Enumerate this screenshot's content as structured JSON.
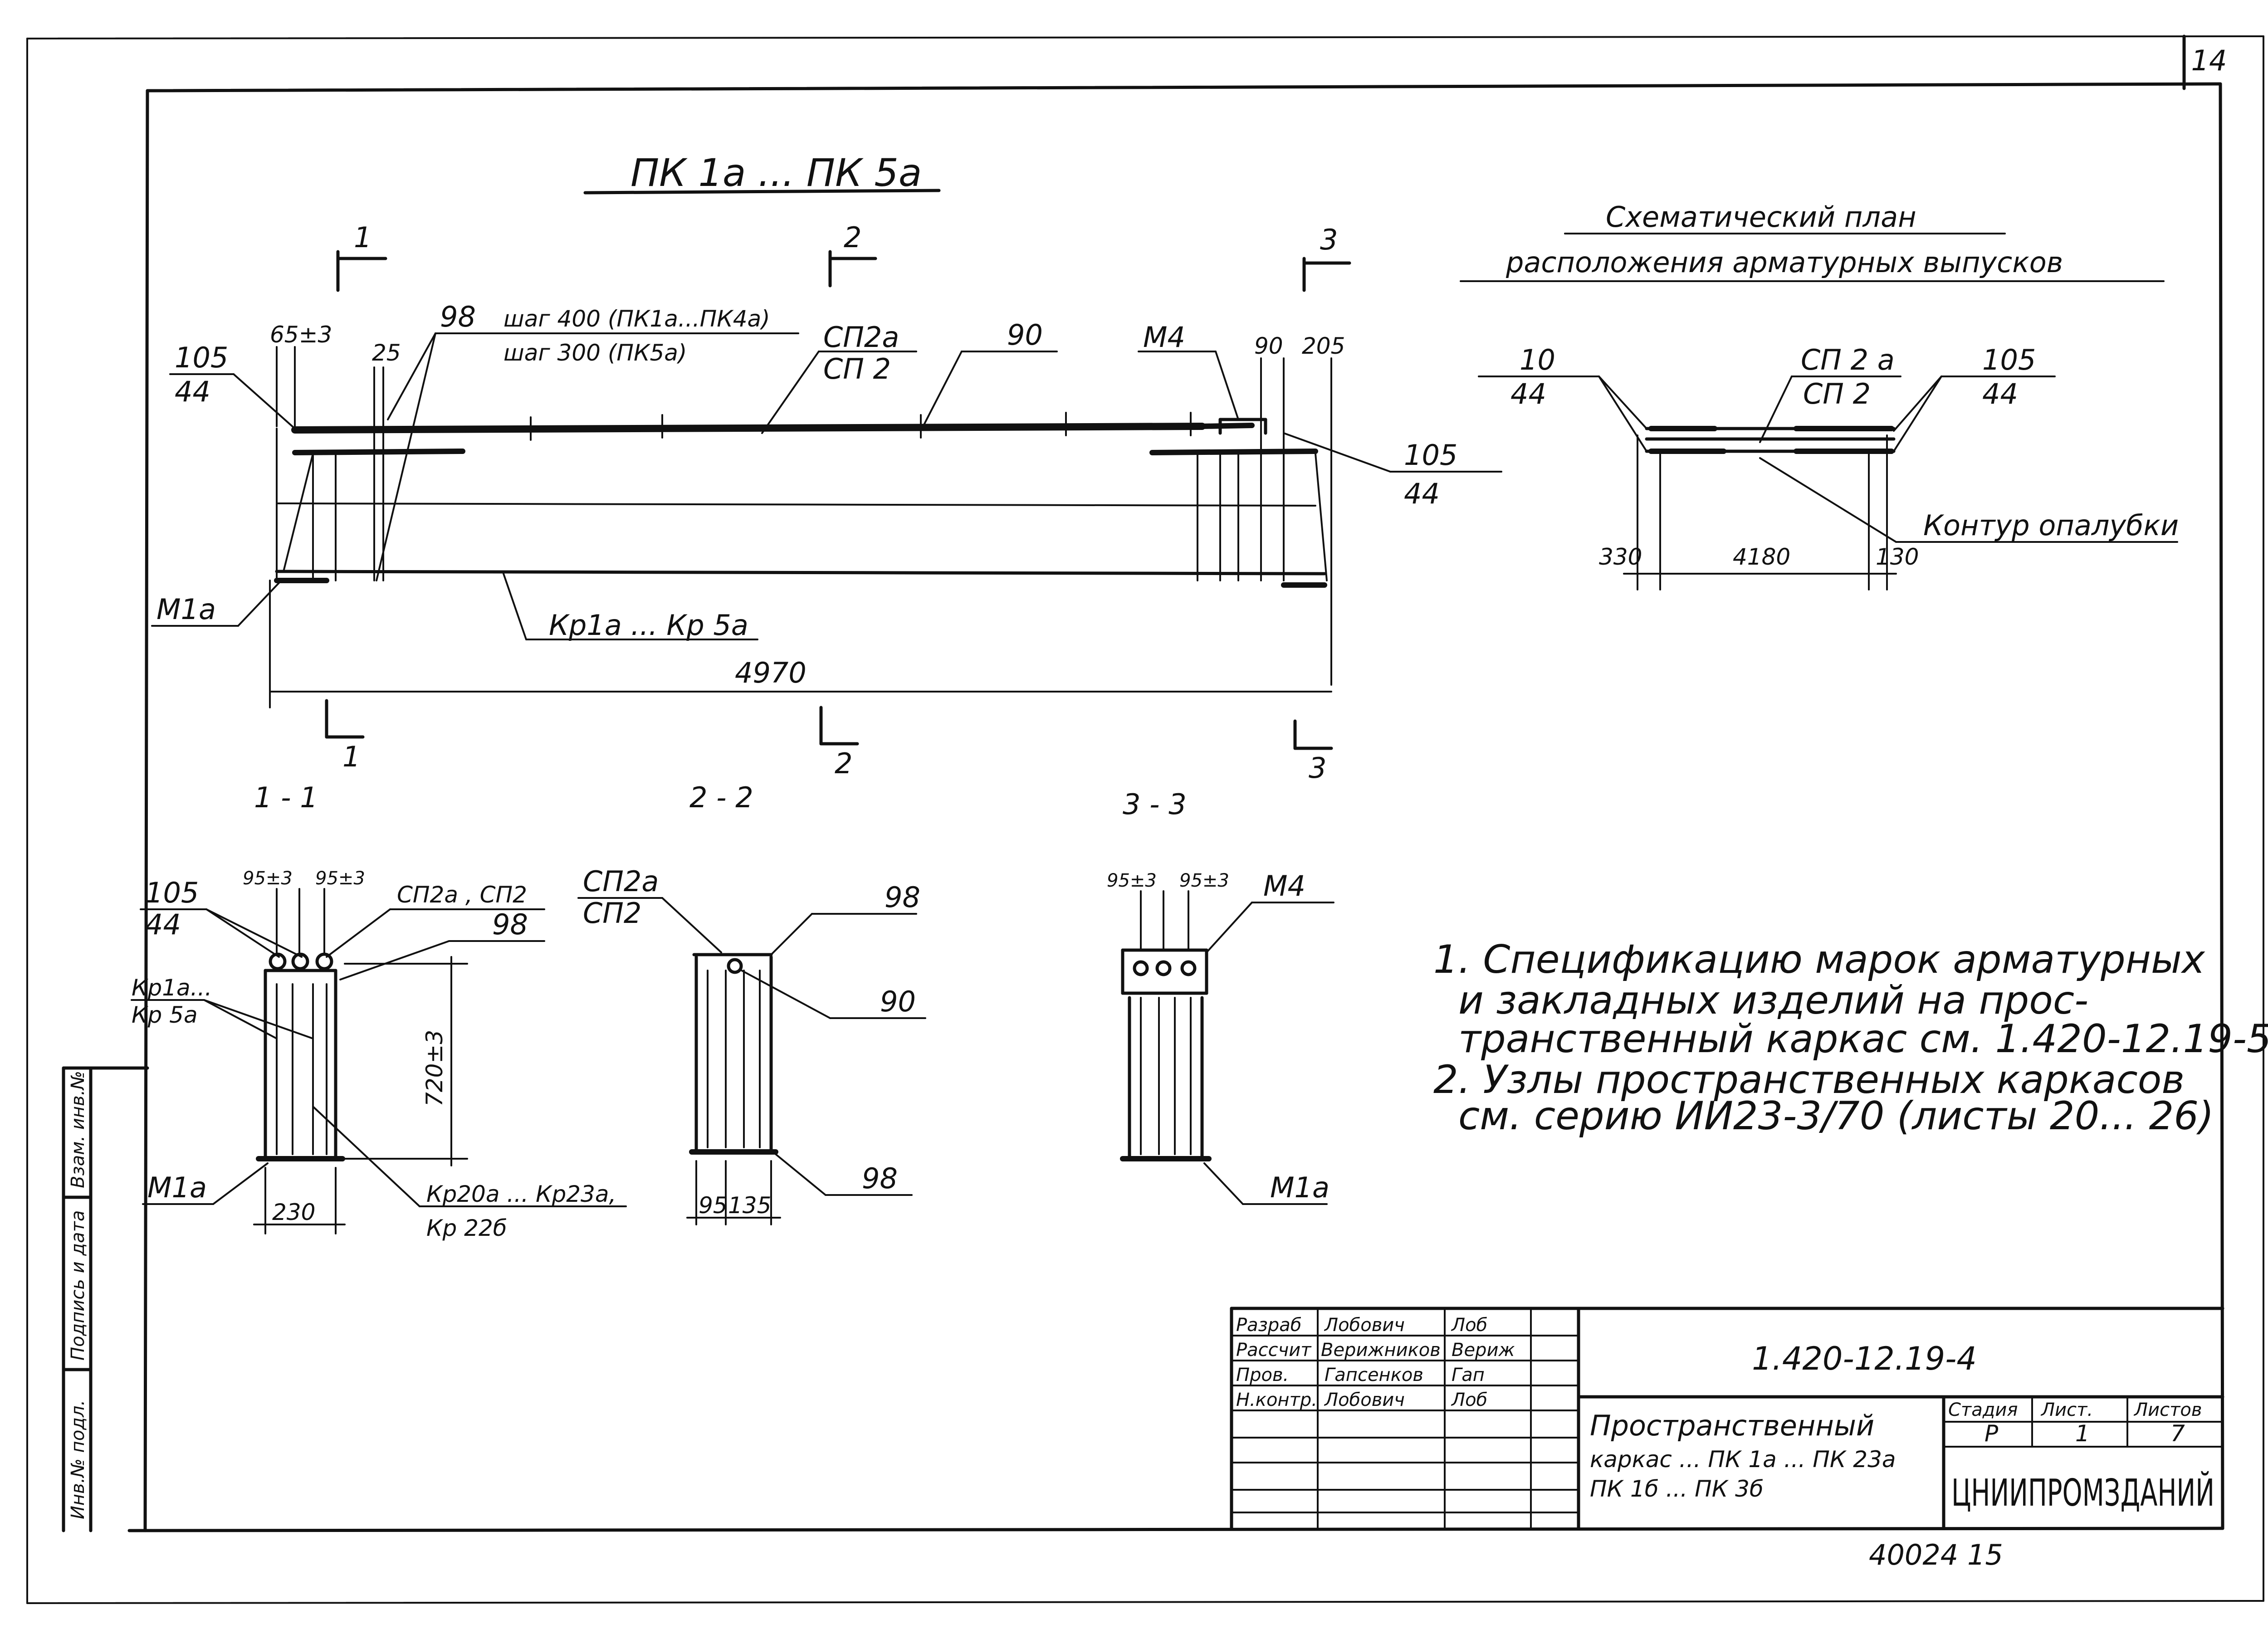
{
  "sheet_number": "14",
  "main_title": "ПК 1а ... ПК 5а",
  "schematic": {
    "title_line1": "Схематический план",
    "title_line2": "расположения арматурных выпусков",
    "lbl_left_top": "10",
    "lbl_left_bot": "44",
    "lbl_mid_top": "СП 2 а",
    "lbl_mid_bot": "СП 2",
    "lbl_right_top": "105",
    "lbl_right_bot": "44",
    "contour": "Контур опалубки",
    "dim_left": "330",
    "dim_mid": "4180",
    "dim_right": "130"
  },
  "elevation": {
    "sec1": "1",
    "sec2": "2",
    "sec3": "3",
    "d65": "65±3",
    "d25": "25",
    "d98": "98",
    "step1": "шаг 400 (ПК1а...ПК4а)",
    "step2": "шаг 300 (ПК5а)",
    "sp_top": "СП2а",
    "sp_bot": "СП 2",
    "d90": "90",
    "m4": "М4",
    "d90b": "90",
    "d205": "205",
    "left_top": "105",
    "left_bot": "44",
    "right_top": "105",
    "right_bot": "44",
    "m1a": "М1а",
    "kr": "Кр1а ... Кр 5а",
    "total": "4970"
  },
  "sections": {
    "s11_title": "1 - 1",
    "s22_title": "2 - 2",
    "s33_title": "3 - 3",
    "s1": {
      "lbl105": "105",
      "lbl44": "44",
      "d95a": "95±3",
      "d95b": "95±3",
      "sp": "СП2а , СП2",
      "d98": "98",
      "kr1": "Кр1а...",
      "kr2": "Кр 5а",
      "h": "720±3",
      "m1a": "М1а",
      "w": "230",
      "kr20": "Кр20а ... Кр23а,",
      "kr22": "Кр 22б"
    },
    "s2": {
      "sp_top": "СП2а",
      "sp_bot": "СП2",
      "d98": "98",
      "d90": "90",
      "d95": "95",
      "d135": "135",
      "d98b": "98"
    },
    "s3": {
      "d95a": "95±3",
      "d95b": "95±3",
      "m4": "М4",
      "m1a": "М1а"
    }
  },
  "notes": [
    "1. Спецификацию марок арматурных",
    "и закладных изделий на прос-",
    "транственный каркас см. 1.420-12.19-5",
    "2. Узлы пространственных каркасов",
    "см. серию ИИ23-3/70 (листы 20... 26)"
  ],
  "stamp": {
    "rows": [
      {
        "role": "Разраб",
        "name": "Лобович",
        "sign": "Лоб"
      },
      {
        "role": "Рассчит",
        "name": "Верижников",
        "sign": "Вериж"
      },
      {
        "role": "Пров.",
        "name": "Гапсенков",
        "sign": "Гап"
      },
      {
        "role": "Н.контр.",
        "name": "Лобович",
        "sign": "Лоб"
      }
    ],
    "code": "1.420-12.19-4",
    "desc1": "Пространственный",
    "desc2": "каркас ... ПК 1а ... ПК 23а",
    "desc3": "ПК 1б ... ПК 3б",
    "h_stage": "Стадия",
    "h_sheet": "Лист.",
    "h_sheets": "Листов",
    "v_stage": "Р",
    "v_sheet": "1",
    "v_sheets": "7",
    "org": "ЦНИИПРОМЗДАНИЙ"
  },
  "side_stamp": {
    "c1": "Инв.№ подл.",
    "c2": "Подпись и дата",
    "c3": "Взам. инв.№"
  },
  "footer_number": "40024 15"
}
